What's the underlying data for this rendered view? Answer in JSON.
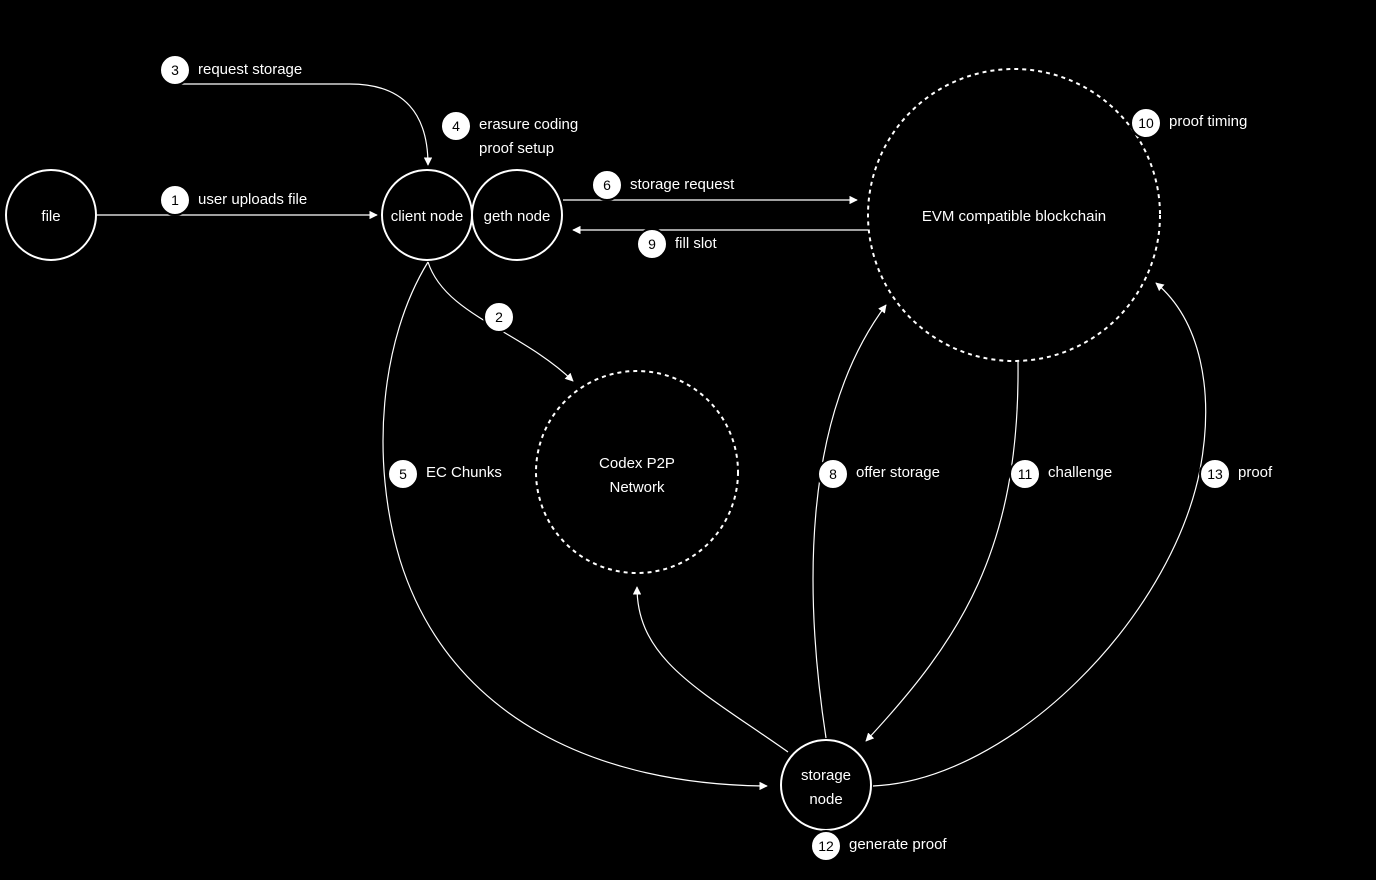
{
  "nodes": {
    "file": "file",
    "client_node": "client node",
    "geth_node": "geth node",
    "blockchain": "EVM compatible blockchain",
    "p2p_line1": "Codex P2P",
    "p2p_line2": "Network",
    "storage_line1": "storage",
    "storage_line2": "node"
  },
  "steps": [
    {
      "number": "1",
      "label": "user uploads file"
    },
    {
      "number": "2",
      "label": ""
    },
    {
      "number": "3",
      "label": "request storage"
    },
    {
      "number": "4",
      "label": "erasure coding",
      "label2": "proof setup"
    },
    {
      "number": "5",
      "label": "EC Chunks"
    },
    {
      "number": "6",
      "label": "storage request"
    },
    {
      "number": "8",
      "label": "offer storage"
    },
    {
      "number": "9",
      "label": "fill slot"
    },
    {
      "number": "10",
      "label": "proof timing"
    },
    {
      "number": "11",
      "label": "challenge"
    },
    {
      "number": "12",
      "label": "generate proof"
    },
    {
      "number": "13",
      "label": "proof"
    }
  ],
  "colors": {
    "background": "#000000",
    "foreground": "#ffffff"
  }
}
